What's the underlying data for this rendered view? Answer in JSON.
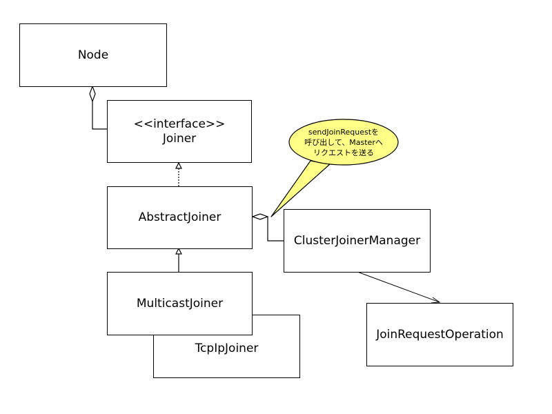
{
  "classes": {
    "node": "Node",
    "joiner_stereotype": "<<interface>>",
    "joiner": "Joiner",
    "abstract_joiner": "AbstractJoiner",
    "cluster_joiner_manager": "ClusterJoinerManager",
    "multicast_joiner": "MulticastJoiner",
    "tcpip_joiner": "TcpIpJoiner",
    "join_request_operation": "JoinRequestOperation"
  },
  "note": {
    "lines": [
      "sendJoinRequestを",
      "呼び出して、Masterへ",
      "リクエストを送る"
    ]
  },
  "colors": {
    "note_fill": "#ffff88",
    "line": "#000000"
  }
}
